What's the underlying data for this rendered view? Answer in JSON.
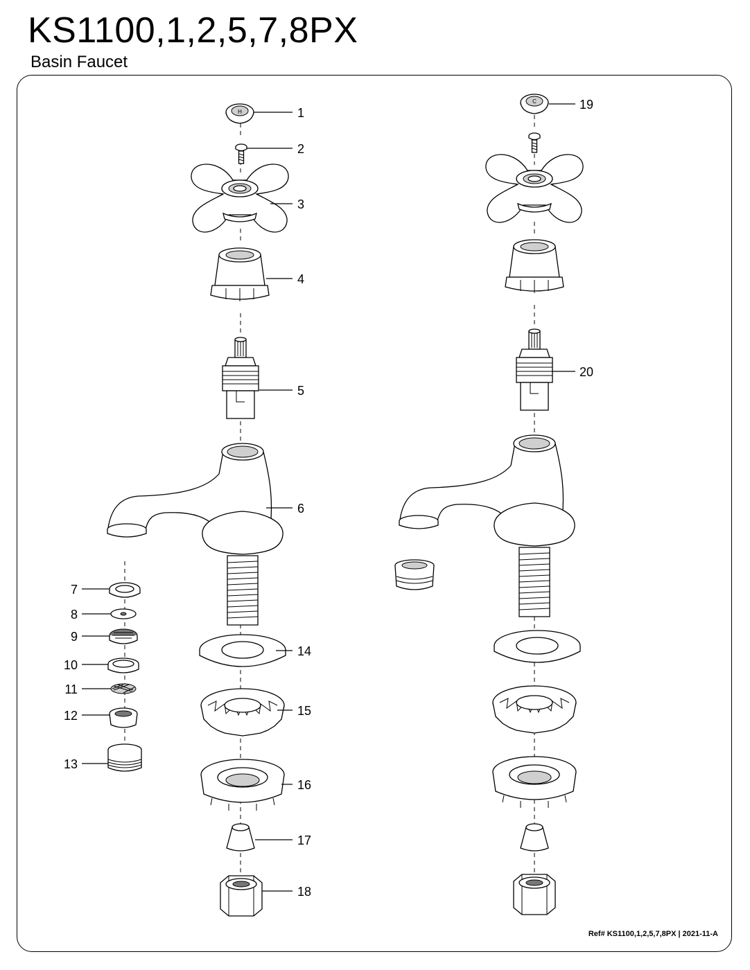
{
  "header": {
    "title": "KS1100,1,2,5,7,8PX",
    "subtitle": "Basin Faucet"
  },
  "handle_caps": {
    "hot_letter": "H",
    "cold_letter": "C"
  },
  "callouts": [
    {
      "id": "1",
      "side": "left"
    },
    {
      "id": "2",
      "side": "left"
    },
    {
      "id": "3",
      "side": "left"
    },
    {
      "id": "4",
      "side": "left"
    },
    {
      "id": "5",
      "side": "left"
    },
    {
      "id": "6",
      "side": "left"
    },
    {
      "id": "7",
      "side": "left"
    },
    {
      "id": "8",
      "side": "left"
    },
    {
      "id": "9",
      "side": "left"
    },
    {
      "id": "10",
      "side": "left"
    },
    {
      "id": "11",
      "side": "left"
    },
    {
      "id": "12",
      "side": "left"
    },
    {
      "id": "13",
      "side": "left"
    },
    {
      "id": "14",
      "side": "left"
    },
    {
      "id": "15",
      "side": "left"
    },
    {
      "id": "16",
      "side": "left"
    },
    {
      "id": "17",
      "side": "left"
    },
    {
      "id": "18",
      "side": "left"
    },
    {
      "id": "19",
      "side": "right"
    },
    {
      "id": "20",
      "side": "right"
    }
  ],
  "footer": {
    "reference": "Ref# KS1100,1,2,5,7,8PX | 2021-11-A"
  }
}
